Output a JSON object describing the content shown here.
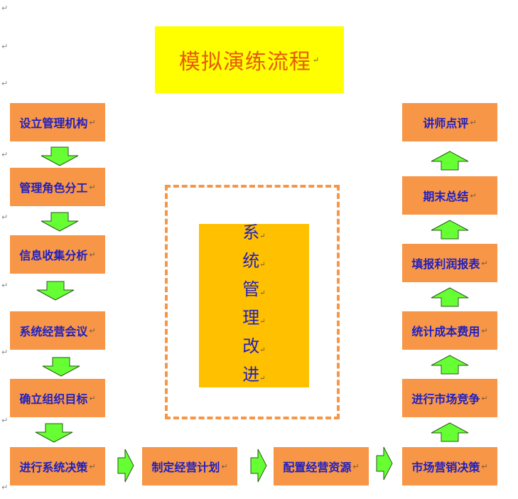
{
  "title": "模拟演练流程",
  "left_steps": [
    "设立管理机构",
    "管理角色分工",
    "信息收集分析",
    "系统经营会议",
    "确立组织目标",
    "进行系统决策"
  ],
  "bottom_steps": [
    "制定经营计划",
    "配置经营资源"
  ],
  "right_steps": [
    "市场营销决策",
    "进行市场竞争",
    "统计成本费用",
    "填报利润报表",
    "期末总结",
    "讲师点评"
  ],
  "center_chars": [
    "系",
    "统",
    "管",
    "理",
    "改",
    "进"
  ],
  "paragraph_mark": "↵",
  "colors": {
    "box_fill": "#f79646",
    "box_text": "#1f1fc0",
    "title_fill": "#ffff00",
    "title_text": "#e8590c",
    "center_fill": "#ffc000",
    "arrow_fill": "#66ff33",
    "dash_border": "#f79646"
  }
}
